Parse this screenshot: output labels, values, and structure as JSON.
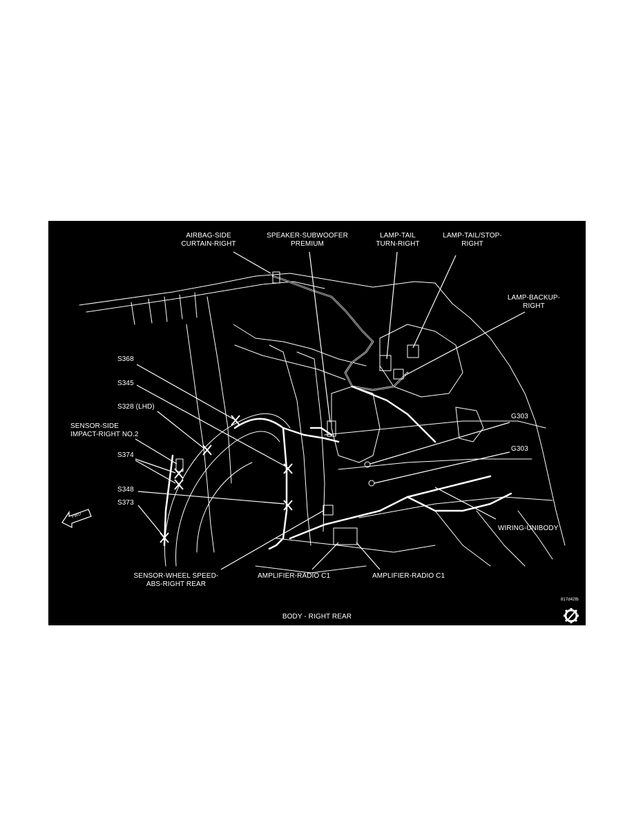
{
  "diagram": {
    "caption": "BODY - RIGHT REAR",
    "figure_code": "817d42fb",
    "labels": {
      "airbag_side_curtain_right": "AIRBAG-SIDE\nCURTAIN-RIGHT",
      "speaker_subwoofer_premium": "SPEAKER-SUBWOOFER\nPREMIUM",
      "lamp_tail_turn_right": "LAMP-TAIL\nTURN-RIGHT",
      "lamp_tail_stop_right": "LAMP-TAIL/STOP-\nRIGHT",
      "lamp_backup_right": "LAMP-BACKUP-\nRIGHT",
      "s368": "S368",
      "s345": "S345",
      "s328_lhd": "S328 (LHD)",
      "sensor_side_impact": "SENSOR-SIDE\nIMPACT-RIGHT NO.2",
      "s374": "S374",
      "s348": "S348",
      "s373": "S373",
      "g303_upper": "G303",
      "g303_lower": "G303",
      "wiring_unibody": "WIRING-UNIBODY",
      "sensor_wheel_speed": "SENSOR-WHEEL SPEED-\nABS-RIGHT REAR",
      "amplifier_radio_c1_left": "AMPLIFIER-RADIO C1",
      "amplifier_radio_c1_right": "AMPLIFIER-RADIO C1",
      "fwd": "FWD"
    },
    "colors": {
      "background": "#000000",
      "linework": "#ffffff"
    },
    "icons": [
      "forward-arrow-icon",
      "service-gear-icon"
    ]
  }
}
